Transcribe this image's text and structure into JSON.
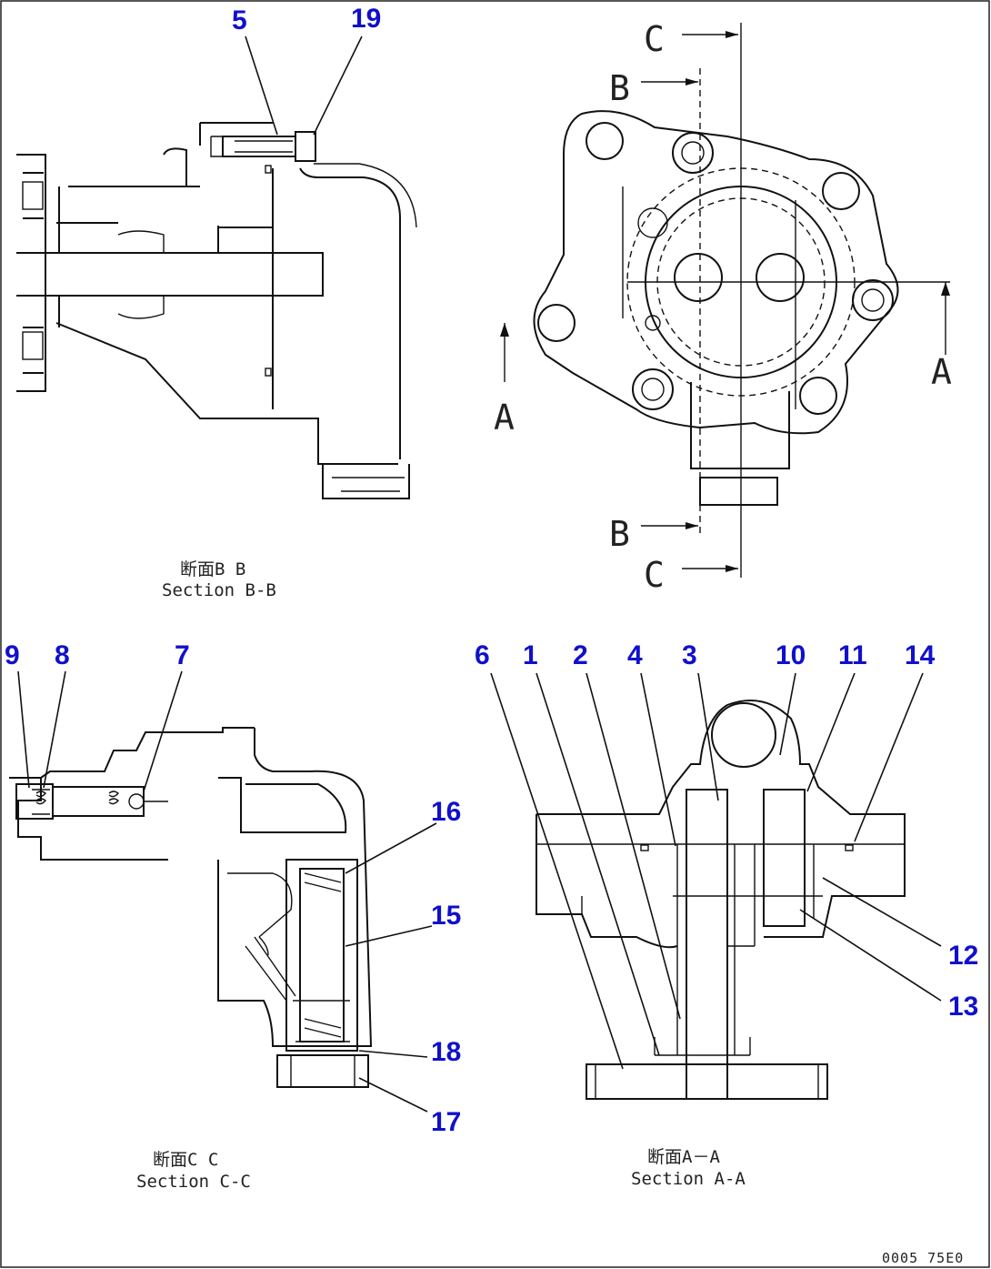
{
  "views": {
    "bb": {
      "caption_jp": "断面B B",
      "caption_en": "Section B-B"
    },
    "cc": {
      "caption_jp": "断面C C",
      "caption_en": "Section C-C"
    },
    "aa": {
      "caption_jp": "断面A－A",
      "caption_en": "Section A-A"
    }
  },
  "section_marks": {
    "a_left": "A",
    "a_right": "A",
    "b_top": "B",
    "b_bottom": "B",
    "c_top": "C",
    "c_bottom": "C"
  },
  "callouts": {
    "p1": "1",
    "p2": "2",
    "p3": "3",
    "p4": "4",
    "p5": "5",
    "p6": "6",
    "p7": "7",
    "p8": "8",
    "p9": "9",
    "p10": "10",
    "p11": "11",
    "p12": "12",
    "p13": "13",
    "p14": "14",
    "p15": "15",
    "p16": "16",
    "p17": "17",
    "p18": "18",
    "p19": "19"
  },
  "drawing_code": "0005 75E0",
  "colors": {
    "callout": "#1010cc",
    "line": "#111111",
    "background": "#ffffff"
  }
}
